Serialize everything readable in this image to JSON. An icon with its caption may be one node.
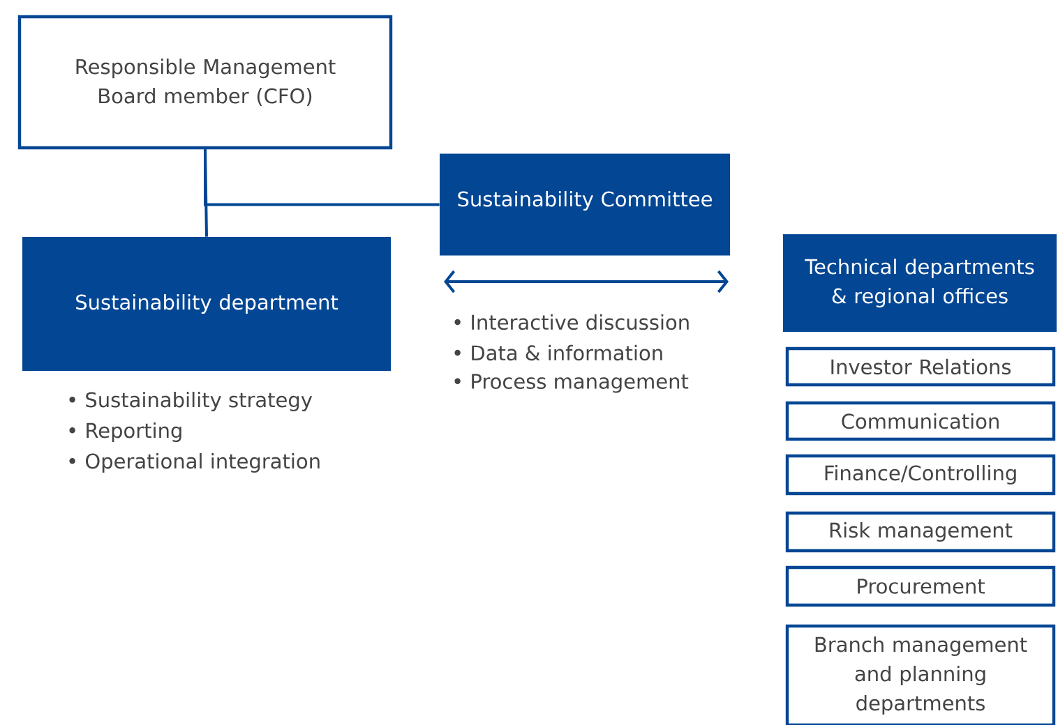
{
  "diagram": {
    "nodes": [
      {
        "text": [
          "Responsible Management Board member (CFO)"
        ]
      },
      {
        "text": [
          "Sustainability department"
        ],
        "beside": [
          "• Sustainability strategy",
          "• Reporting",
          "• Operational integration"
        ]
      },
      {
        "text": [
          "Sustainability Committee"
        ]
      },
      {
        "text": [
          "Technical departments & regional offices"
        ]
      },
      {
        "text": [
          "Investor Relations"
        ]
      },
      {
        "text": [
          "Communication"
        ]
      },
      {
        "text": [
          "Finance/Controlling"
        ]
      },
      {
        "text": [
          "Risk management"
        ]
      },
      {
        "text": [
          "Procurement"
        ]
      },
      {
        "text": [
          "Branch management and planning departments"
        ]
      }
    ],
    "edges": [
      {
        "from": 0,
        "to": 1,
        "arrow": "none"
      },
      {
        "from": 0,
        "to": 2,
        "arrow": "none"
      }
    ],
    "labels": [
      "• Interactive discussion",
      "• Data & information",
      "• Process management"
    ]
  }
}
